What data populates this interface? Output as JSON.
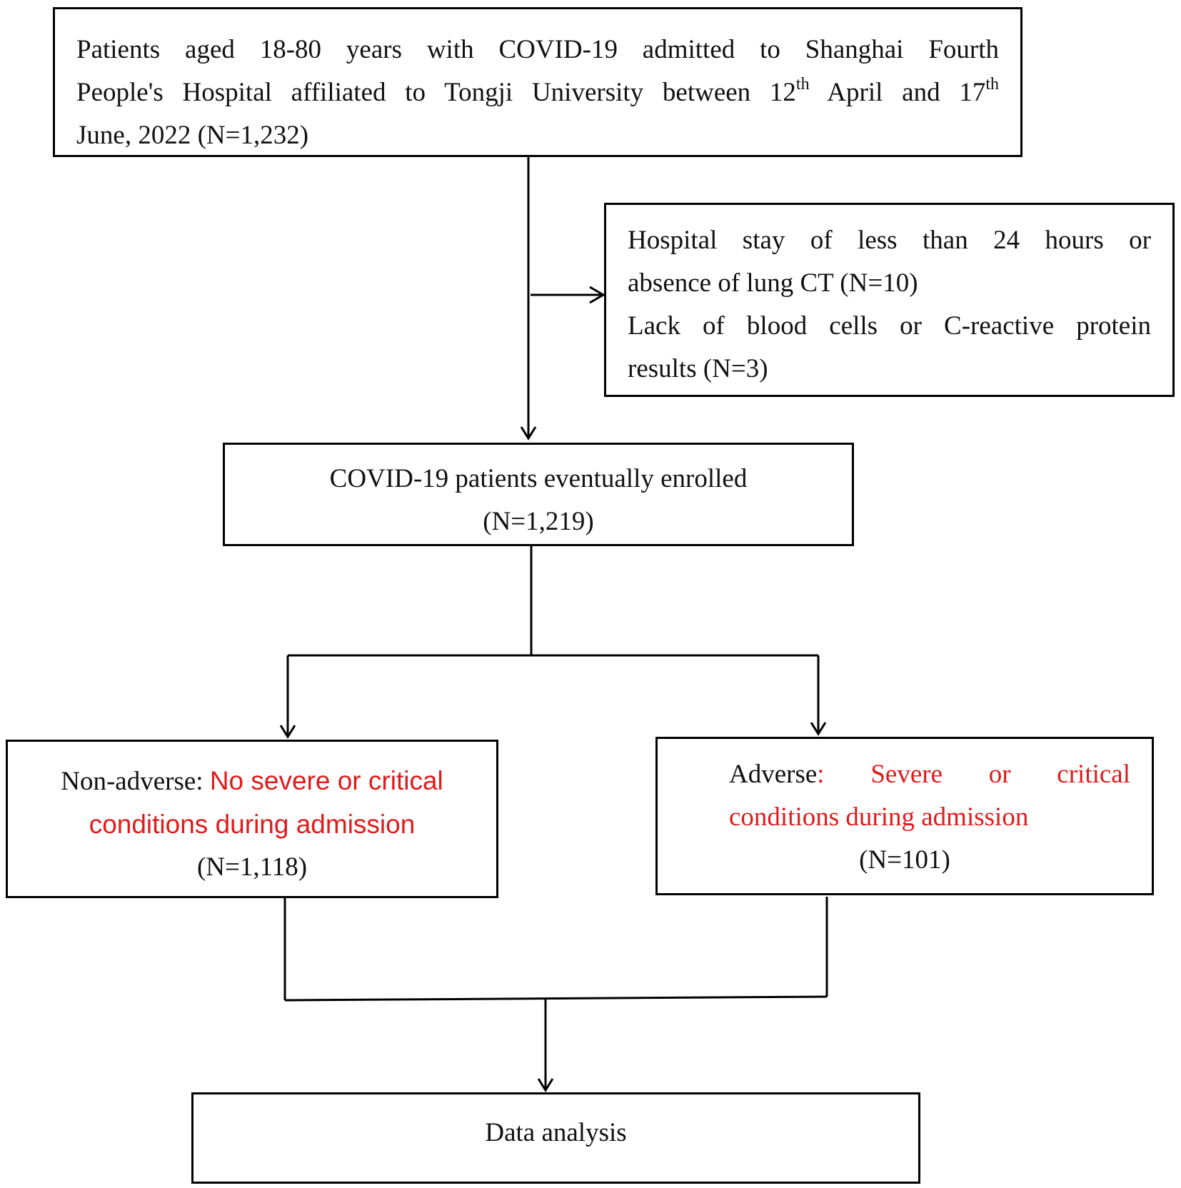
{
  "flowchart": {
    "initial_cohort": {
      "line1": "Patients aged 18-80 years with COVID-19 admitted to Shanghai Fourth",
      "line2_a": "People's Hospital affiliated to Tongji University between 12",
      "sup1": "th",
      "line2_b": " April and 17",
      "sup2": "th",
      "line3": "June, 2022 (N=1,232)"
    },
    "exclusions": {
      "reason1_line1": "Hospital stay of less than 24 hours or",
      "reason1_line2": "absence of lung CT (N=10)",
      "reason2_line1": "Lack of blood cells or C-reactive protein",
      "reason2_line2": "results (N=3)"
    },
    "enrolled": {
      "line1": "COVID-19 patients eventually enrolled",
      "line2": "(N=1,219)"
    },
    "non_adverse": {
      "label": "Non-adverse: ",
      "desc_line1": "No severe or critical",
      "desc_line2": "conditions during admission",
      "count": "(N=1,118)"
    },
    "adverse": {
      "label": "Adverse",
      "colon": ":",
      "desc_line1": "Severe or critical",
      "desc_line2": "conditions during admission",
      "count": "(N=101)"
    },
    "final": {
      "label": "Data analysis"
    }
  }
}
